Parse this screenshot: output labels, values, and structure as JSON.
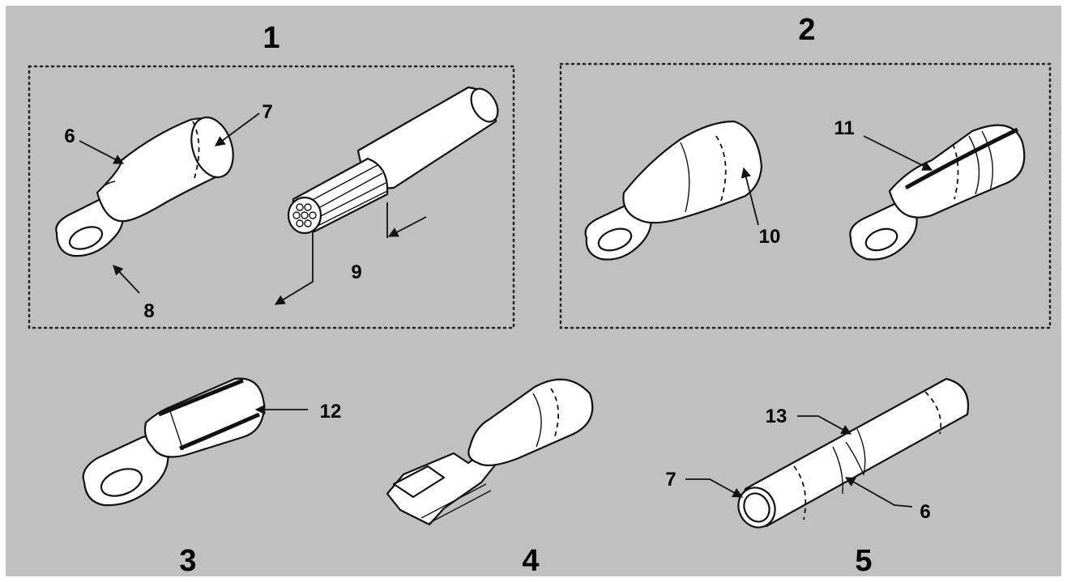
{
  "sections": {
    "s1": "1",
    "s2": "2",
    "s3": "3",
    "s4": "4",
    "s5": "5"
  },
  "callouts": {
    "c6a": "6",
    "c7a": "7",
    "c8": "8",
    "c9": "9",
    "c10": "10",
    "c11": "11",
    "c12": "12",
    "c13": "13",
    "c7b": "7",
    "c6b": "6"
  },
  "icons": {
    "ring_terminal": "ring-terminal-icon",
    "stripped_wire": "stripped-wire-icon",
    "spade_connector": "female-spade-connector-icon",
    "butt_splice": "butt-splice-icon"
  },
  "colors": {
    "background": "#c0c0c0",
    "linework": "#111111",
    "fill": "#ffffff"
  }
}
